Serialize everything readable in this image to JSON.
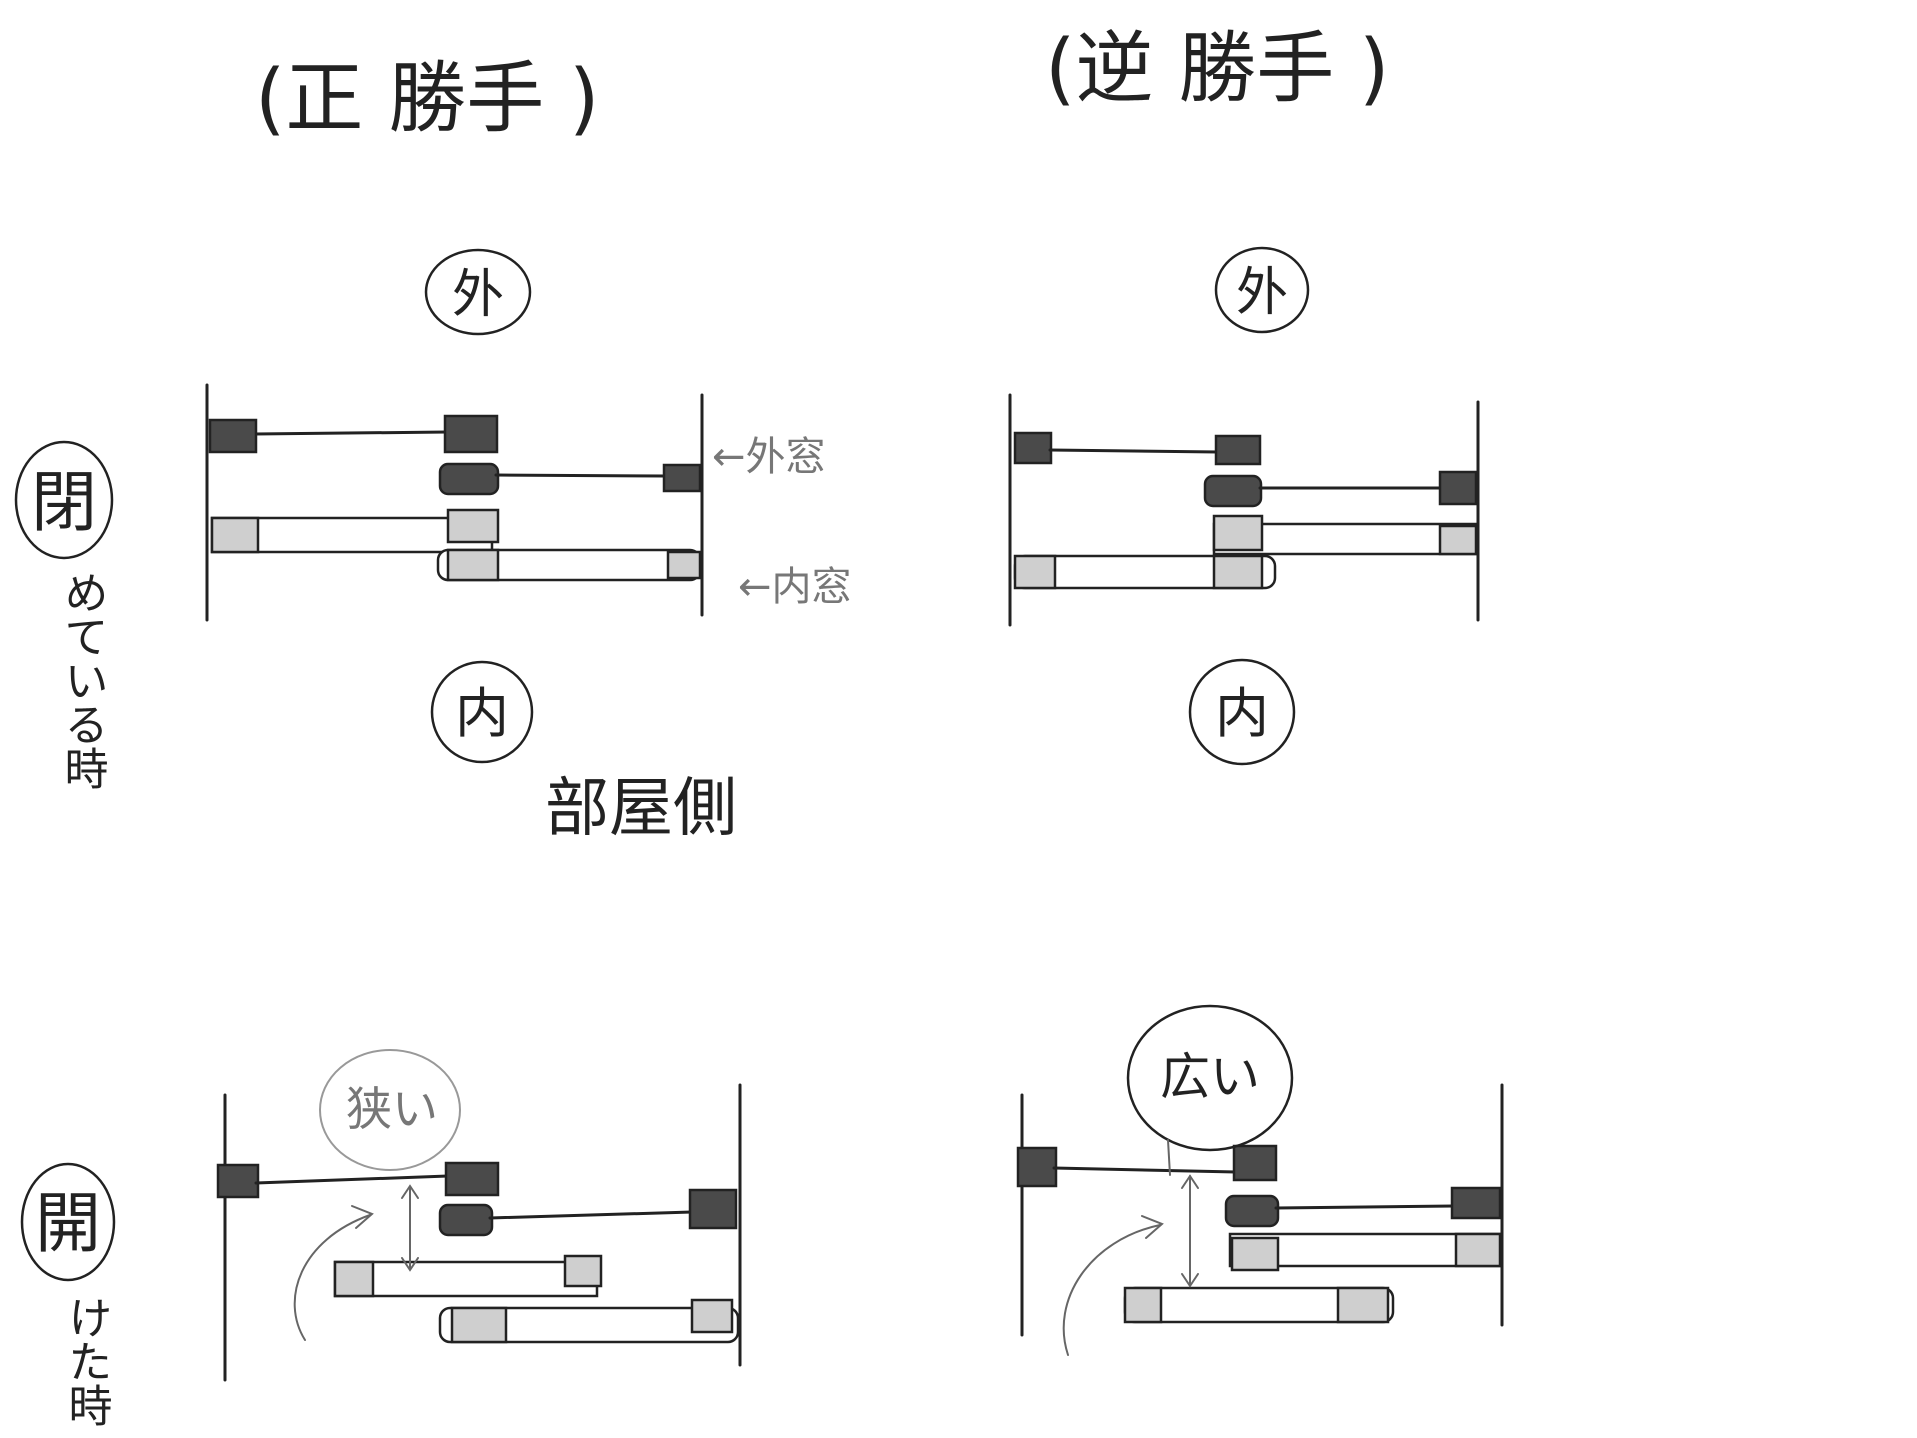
{
  "titles": {
    "left": "(正 勝手 )",
    "right": "(逆 勝手 )"
  },
  "labels": {
    "outside": "外",
    "inside": "内",
    "room_side": "部屋側",
    "closed": "閉めている時",
    "closed_char": "閉",
    "closed_rest": "めている時",
    "opened_char": "開",
    "opened_rest": "けた時",
    "outer_window": "←外窓",
    "inner_window": "←内窓",
    "narrow": "狭い",
    "wide": "広い"
  }
}
